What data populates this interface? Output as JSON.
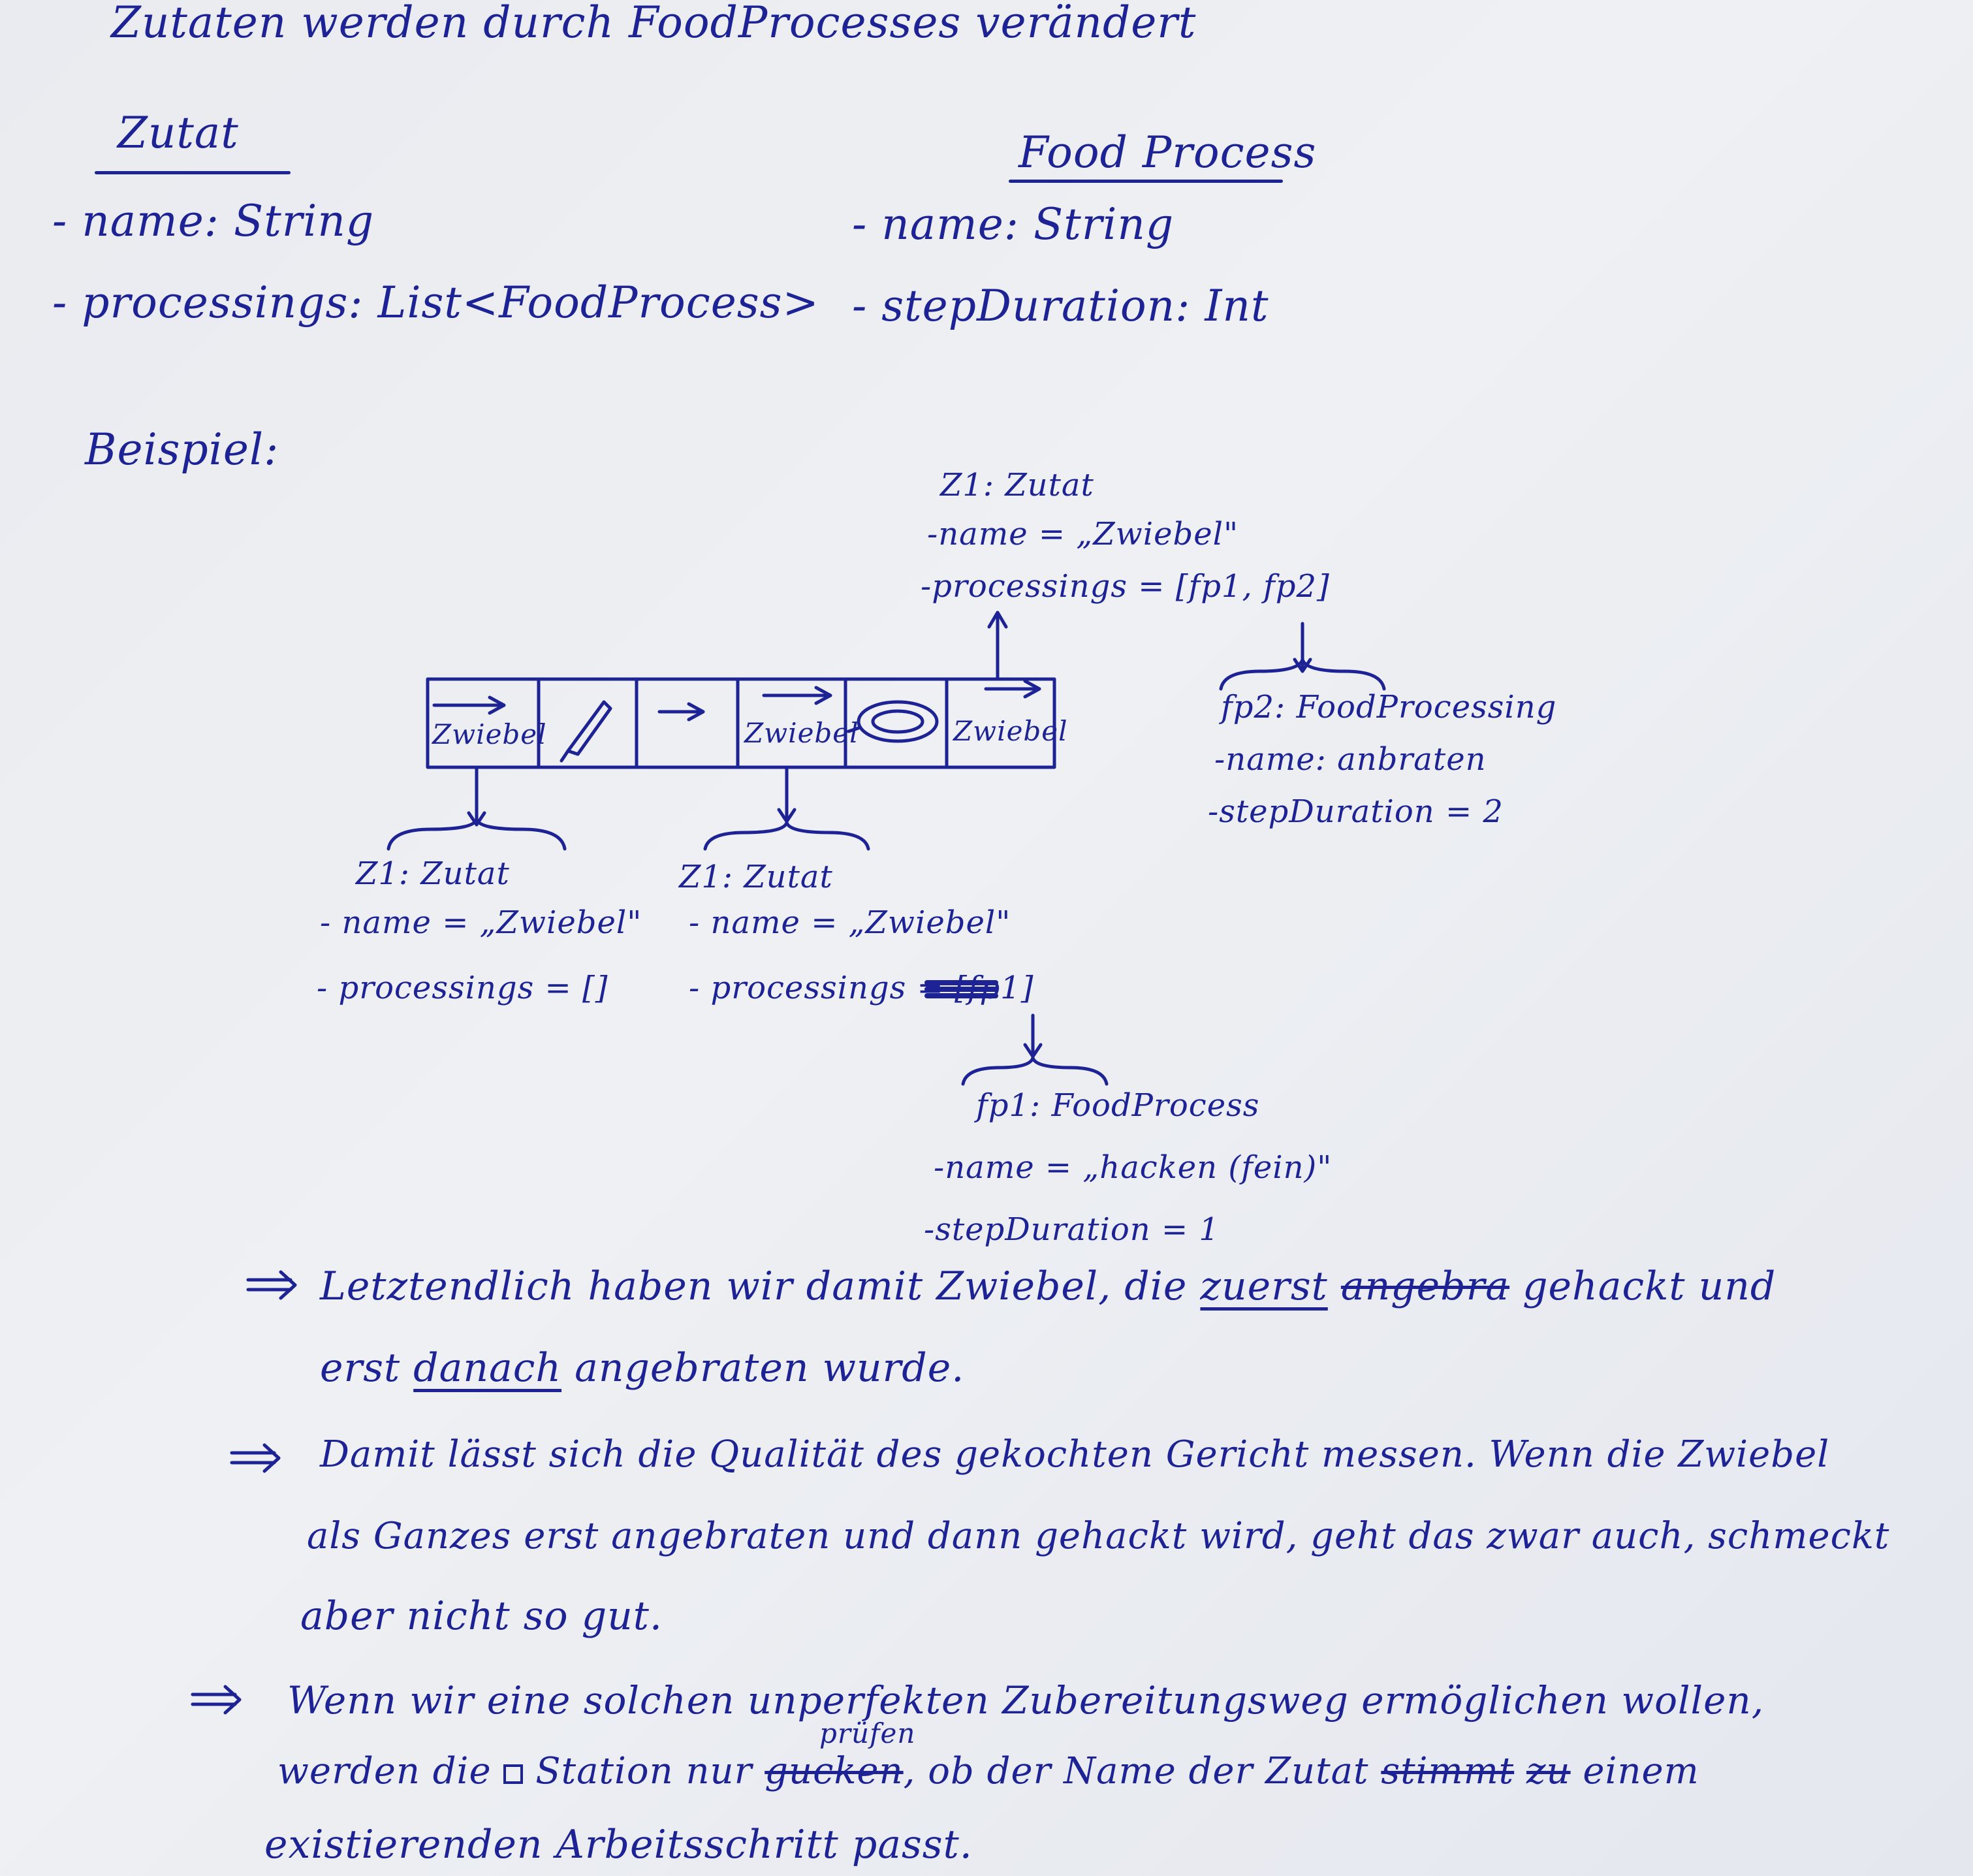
{
  "header": {
    "intro_line": "Zutaten werden durch FoodProcesses verändert"
  },
  "classes": {
    "zutat": {
      "title": "Zutat",
      "attr1": "- name: String",
      "attr2": "- processings: List<FoodProcess>"
    },
    "foodprocess": {
      "title": "Food Process",
      "attr1": "- name: String",
      "attr2": "- stepDuration: Int"
    }
  },
  "example": {
    "label": "Beispiel:",
    "strip": {
      "cell1": "Zwiebel",
      "cell4": "Zwiebel",
      "cell6": "Zwiebel"
    },
    "obj_top": {
      "title": "Z1: Zutat",
      "name": "-name = „Zwiebel\"",
      "processings": "-processings = [fp1, fp2]"
    },
    "fp2": {
      "title": "fp2: FoodProcessing",
      "name": "-name: anbraten",
      "duration": "-stepDuration = 2"
    },
    "obj_left": {
      "title": "Z1: Zutat",
      "name": "- name = „Zwiebel\"",
      "processings": "- processings = []"
    },
    "obj_mid": {
      "title": "Z1: Zutat",
      "name": "- name = „Zwiebel\"",
      "processings": "- processings = [fp1]"
    },
    "fp1": {
      "title": "fp1: FoodProcess",
      "name": "-name = „hacken (fein)\"",
      "duration": "-stepDuration = 1"
    }
  },
  "notes": {
    "n1_a": "Letztendlich haben wir damit Zwiebel, die",
    "n1_b": "zuerst",
    "n1_c": "angebra",
    "n1_d": "gehackt und",
    "n1_e": "erst",
    "n1_f": "danach",
    "n1_g": "angebraten wurde.",
    "n2_a": "Damit lässt sich die Qualität des gekochten Gericht messen. Wenn die Zwiebel",
    "n2_b": "als Ganzes erst angebraten und dann gehackt wird, geht das zwar auch, schmeckt",
    "n2_c": "aber nicht so gut.",
    "n3_a": "Wenn wir eine solchen unperfekten Zubereitungsweg ermöglichen wollen,",
    "n3_b1": "werden die",
    "n3_b2": "Station nur",
    "n3_b_insert": "prüfen",
    "n3_b3": "gucken",
    "n3_b4": ", ob der Name der Zutat",
    "n3_b5": "stimmt",
    "n3_b6": "zu",
    "n3_b7": "einem",
    "n3_c": "existierenden Arbeitsschritt passt."
  }
}
